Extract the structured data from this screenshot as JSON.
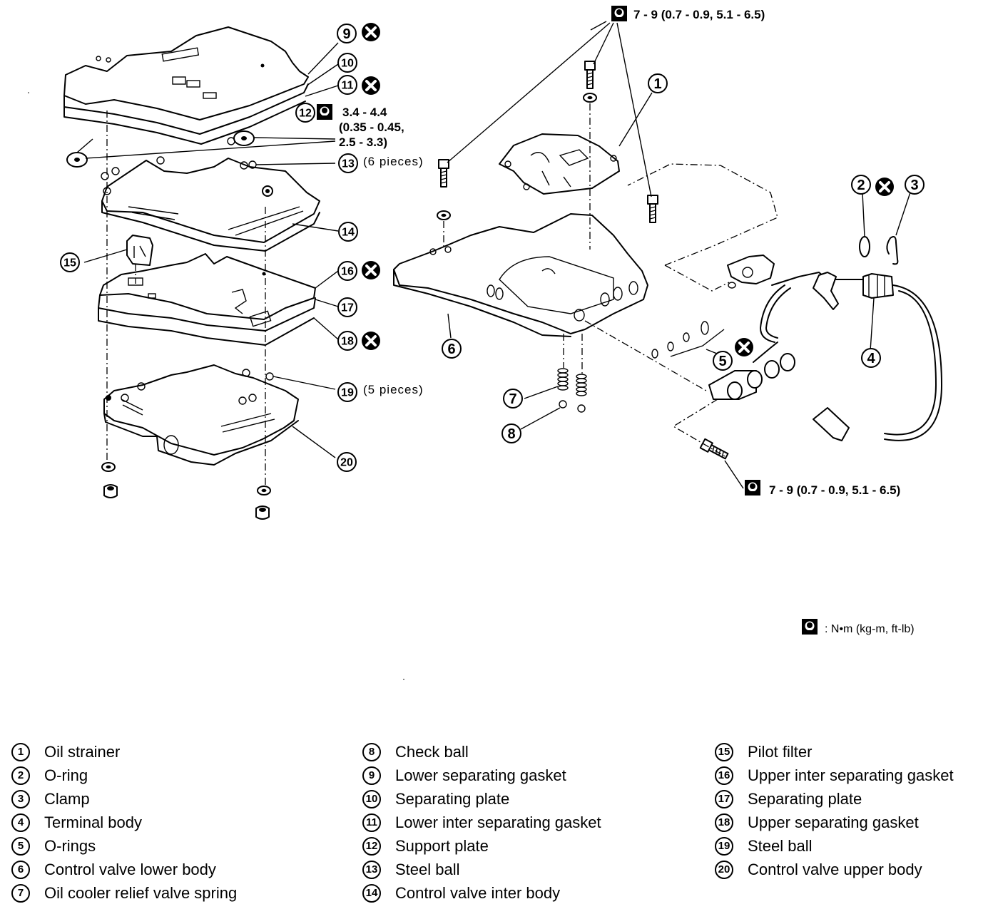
{
  "diagram": {
    "torque_top": {
      "callout": "",
      "text": "7 - 9 (0.7 - 0.9, 5.1 - 6.5)"
    },
    "torque_bottom": {
      "text": "7 - 9 (0.7 - 0.9, 5.1 - 6.5)"
    },
    "torque_12": {
      "line1": "3.4 - 4.4",
      "line2": "(0.35 - 0.45,",
      "line3": "2.5 - 3.3)"
    },
    "pieces_13": "(6 pieces)",
    "pieces_19": "(5 pieces)",
    "units_note": ": N•m (kg-m, ft-lb)",
    "callouts": [
      "1",
      "2",
      "3",
      "4",
      "5",
      "6",
      "7",
      "8",
      "9",
      "10",
      "11",
      "12",
      "13",
      "14",
      "15",
      "16",
      "17",
      "18",
      "19",
      "20"
    ],
    "replace_marked_parts": [
      "2",
      "5",
      "9",
      "11",
      "16",
      "18"
    ]
  },
  "legend": {
    "columns": [
      [
        {
          "num": "1",
          "label": "Oil strainer"
        },
        {
          "num": "2",
          "label": "O-ring"
        },
        {
          "num": "3",
          "label": "Clamp"
        },
        {
          "num": "4",
          "label": "Terminal body"
        },
        {
          "num": "5",
          "label": "O-rings"
        },
        {
          "num": "6",
          "label": "Control valve lower body"
        },
        {
          "num": "7",
          "label": "Oil cooler relief valve spring"
        }
      ],
      [
        {
          "num": "8",
          "label": "Check ball"
        },
        {
          "num": "9",
          "label": "Lower separating gasket"
        },
        {
          "num": "10",
          "label": "Separating plate"
        },
        {
          "num": "11",
          "label": "Lower inter separating gasket"
        },
        {
          "num": "12",
          "label": "Support plate"
        },
        {
          "num": "13",
          "label": "Steel ball"
        },
        {
          "num": "14",
          "label": "Control valve inter body"
        }
      ],
      [
        {
          "num": "15",
          "label": "Pilot filter"
        },
        {
          "num": "16",
          "label": "Upper inter separating gasket"
        },
        {
          "num": "17",
          "label": "Separating plate"
        },
        {
          "num": "18",
          "label": "Upper separating gasket"
        },
        {
          "num": "19",
          "label": "Steel ball"
        },
        {
          "num": "20",
          "label": "Control valve upper body"
        }
      ]
    ]
  }
}
